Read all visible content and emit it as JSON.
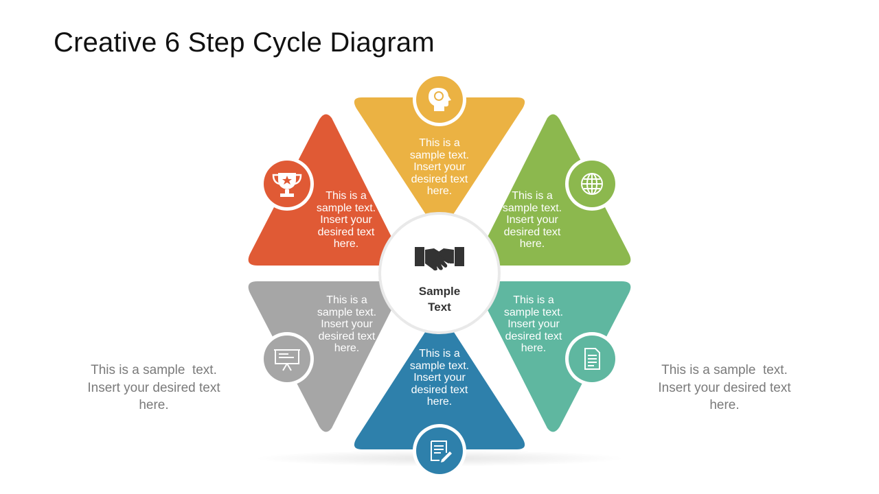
{
  "title": "Creative 6 Step Cycle Diagram",
  "center": {
    "label_line1": "Sample",
    "label_line2": "Text",
    "icon": "handshake-icon"
  },
  "segments": [
    {
      "id": "top",
      "color": "#ebb243",
      "icon": "head-brain-icon",
      "lines": [
        "This is a",
        "sample text.",
        "Insert your",
        "desired text",
        "here."
      ]
    },
    {
      "id": "upper-right",
      "color": "#8cb84e",
      "icon": "globe-icon",
      "lines": [
        "This is a",
        "sample text.",
        "Insert your",
        "desired text",
        "here."
      ]
    },
    {
      "id": "lower-right",
      "color": "#5fb7a0",
      "icon": "document-icon",
      "lines": [
        "This is a",
        "sample text.",
        "Insert your",
        "desired text",
        "here."
      ]
    },
    {
      "id": "bottom",
      "color": "#2e80ab",
      "icon": "edit-document-icon",
      "lines": [
        "This is a",
        "sample text.",
        "Insert your",
        "desired text",
        "here."
      ]
    },
    {
      "id": "lower-left",
      "color": "#a6a6a6",
      "icon": "presentation-board-icon",
      "lines": [
        "This is a",
        "sample text.",
        "Insert your",
        "desired text",
        "here."
      ]
    },
    {
      "id": "upper-left",
      "color": "#e05a35",
      "icon": "trophy-icon",
      "lines": [
        "This is a",
        "sample text.",
        "Insert your",
        "desired text",
        "here."
      ]
    }
  ],
  "side_left": {
    "lines": [
      "This is a sample  text.",
      "Insert your desired text",
      "here."
    ]
  },
  "side_right": {
    "lines": [
      "This is a sample  text.",
      "Insert your desired text",
      "here."
    ]
  }
}
